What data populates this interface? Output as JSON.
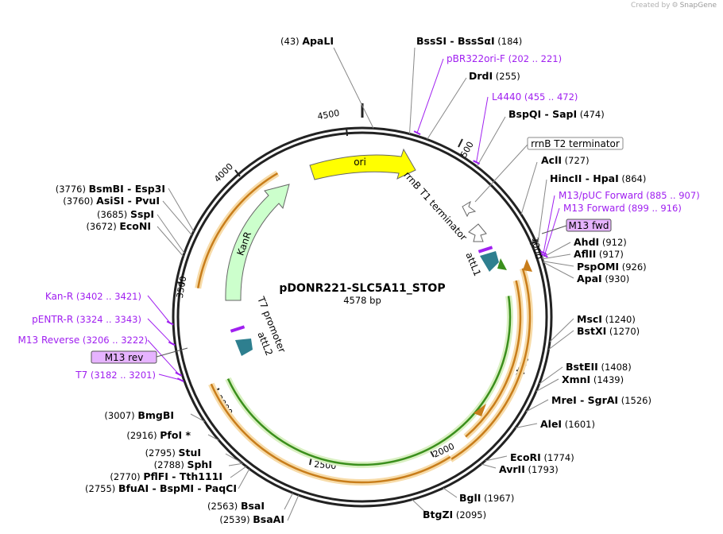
{
  "credit": {
    "text": "Created by",
    "brand": "SnapGene"
  },
  "plasmid": {
    "name": "pDONR221-SLC5A11_STOP",
    "length": 4578,
    "size_label": "4578 bp"
  },
  "ticks": [
    "500",
    "1000",
    "1500",
    "2000",
    "2500",
    "3000",
    "3500",
    "4000",
    "4500"
  ],
  "enzymes": [
    {
      "id": "apali",
      "name": "ApaLI",
      "pos": "(43)",
      "at": 43
    },
    {
      "id": "bsssi",
      "name": "BssSI",
      "name2": "BssSαI",
      "pos": "(184)",
      "at": 184
    },
    {
      "id": "drdi",
      "name": "DrdI",
      "pos": "(255)",
      "at": 255
    },
    {
      "id": "bspqi",
      "name": "BspQI",
      "name2": "SapI",
      "pos": "(474)",
      "at": 474
    },
    {
      "id": "acli",
      "name": "AclI",
      "pos": "(727)",
      "at": 727
    },
    {
      "id": "hincii",
      "name": "HincII",
      "name2": "HpaI",
      "pos": "(864)",
      "at": 864
    },
    {
      "id": "ahdi",
      "name": "AhdI",
      "pos": "(912)",
      "at": 912
    },
    {
      "id": "aflii",
      "name": "AflII",
      "pos": "(917)",
      "at": 917
    },
    {
      "id": "pspomi",
      "name": "PspOMI",
      "pos": "(926)",
      "at": 926
    },
    {
      "id": "apai",
      "name": "ApaI",
      "pos": "(930)",
      "at": 930
    },
    {
      "id": "msci",
      "name": "MscI",
      "pos": "(1240)",
      "at": 1240
    },
    {
      "id": "bstxi",
      "name": "BstXI",
      "pos": "(1270)",
      "at": 1270
    },
    {
      "id": "bsteii",
      "name": "BstEII",
      "pos": "(1408)",
      "at": 1408
    },
    {
      "id": "xmni",
      "name": "XmnI",
      "pos": "(1439)",
      "at": 1439
    },
    {
      "id": "drei",
      "name": "MreI",
      "name2": "SgrAI",
      "pos": "(1526)",
      "at": 1526
    },
    {
      "id": "alei",
      "name": "AleI",
      "pos": "(1601)",
      "at": 1601
    },
    {
      "id": "ecori",
      "name": "EcoRI",
      "pos": "(1774)",
      "at": 1774
    },
    {
      "id": "avrii",
      "name": "AvrII",
      "pos": "(1793)",
      "at": 1793
    },
    {
      "id": "bgli",
      "name": "BglI",
      "pos": "(1967)",
      "at": 1967
    },
    {
      "id": "btgzi",
      "name": "BtgZI",
      "pos": "(2095)",
      "at": 2095
    },
    {
      "id": "bsaai",
      "name": "BsaAI",
      "pos": "(2539)",
      "at": 2539
    },
    {
      "id": "bsai",
      "name": "BsaI",
      "pos": "(2563)",
      "at": 2563
    },
    {
      "id": "bfuai",
      "name": "BfuAI",
      "name2": "BspMI",
      "name3": "PaqCI",
      "pos": "(2755)",
      "at": 2755
    },
    {
      "id": "pflfi",
      "name": "PflFI",
      "name2": "Tth111I",
      "pos": "(2770)",
      "at": 2770
    },
    {
      "id": "sphi",
      "name": "SphI",
      "pos": "(2788)",
      "at": 2788
    },
    {
      "id": "stui",
      "name": "StuI",
      "pos": "(2795)",
      "at": 2795
    },
    {
      "id": "pfoi",
      "name": "PfoI *",
      "pos": "(2916)",
      "at": 2916
    },
    {
      "id": "bmgbi",
      "name": "BmgBI",
      "pos": "(3007)",
      "at": 3007
    },
    {
      "id": "econi",
      "name": "EcoNI",
      "pos": "(3672)",
      "at": 3672
    },
    {
      "id": "sspi",
      "name": "SspI",
      "pos": "(3685)",
      "at": 3685
    },
    {
      "id": "asisi",
      "name": "AsiSI",
      "name2": "PvuI",
      "pos": "(3760)",
      "at": 3760
    },
    {
      "id": "bsmbi",
      "name": "BsmBI",
      "name2": "Esp3I",
      "pos": "(3776)",
      "at": 3776
    }
  ],
  "primers": [
    {
      "id": "pbr322",
      "name": "pBR322ori-F",
      "range": "(202 .. 221)",
      "at": 211
    },
    {
      "id": "l4440",
      "name": "L4440",
      "range": "(455 .. 472)",
      "at": 463
    },
    {
      "id": "m13puc",
      "name": "M13/pUC Forward",
      "range": "(885 .. 907)",
      "at": 896
    },
    {
      "id": "m13fwdp",
      "name": "M13 Forward",
      "range": "(899 .. 916)",
      "at": 907
    },
    {
      "id": "kanr",
      "name": "Kan-R",
      "range": "(3402 .. 3421)",
      "at": 3411
    },
    {
      "id": "pentr",
      "name": "pENTR-R",
      "range": "(3324 .. 3343)",
      "at": 3333
    },
    {
      "id": "m13rev",
      "name": "M13 Reverse",
      "range": "(3206 .. 3222)",
      "at": 3214
    },
    {
      "id": "t7p",
      "name": "T7",
      "range": "(3182 .. 3201)",
      "at": 3191
    }
  ],
  "boxed_labels": {
    "m13_fwd": "M13 fwd",
    "m13_rev": "M13 rev",
    "rrnb_t2": "rrnB T2 terminator"
  },
  "features": {
    "ori": "ori",
    "kanr": "KanR",
    "rrnb_t1": "rrnB T1 terminator",
    "attl1": "attL1",
    "attl2": "attL2",
    "t7_promoter": "T7 promoter"
  },
  "colors": {
    "ori": "#ffff00",
    "kanr": "#ccffcc",
    "primer": "#a020f0",
    "att": "#2e7f8f",
    "orf_orange": "#c87d1b",
    "orf_green": "#3a8f1c",
    "boxed_primer_fill": "#e6b3ff"
  }
}
